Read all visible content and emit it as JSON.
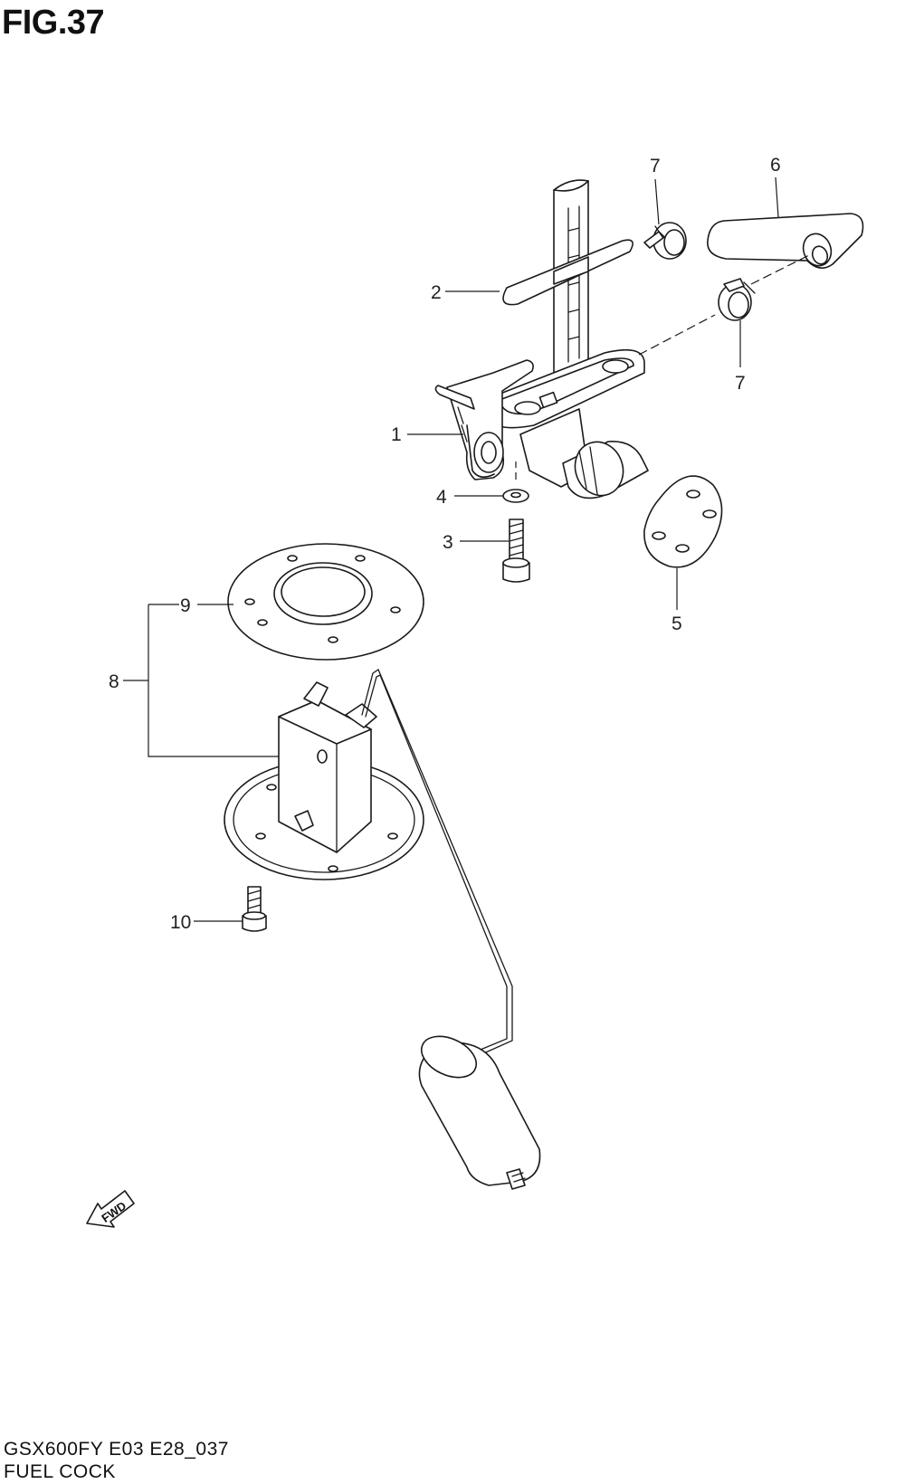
{
  "figure": {
    "title": "FIG.37"
  },
  "footer": {
    "model_code": "GSX600FY E03 E28_037",
    "part_name": "FUEL COCK"
  },
  "callouts": {
    "c1": "1",
    "c2": "2",
    "c3": "3",
    "c4": "4",
    "c5": "5",
    "c6": "6",
    "c7a": "7",
    "c7b": "7",
    "c8": "8",
    "c9": "9",
    "c10": "10"
  },
  "fwd_arrow": {
    "label": "FWD"
  }
}
